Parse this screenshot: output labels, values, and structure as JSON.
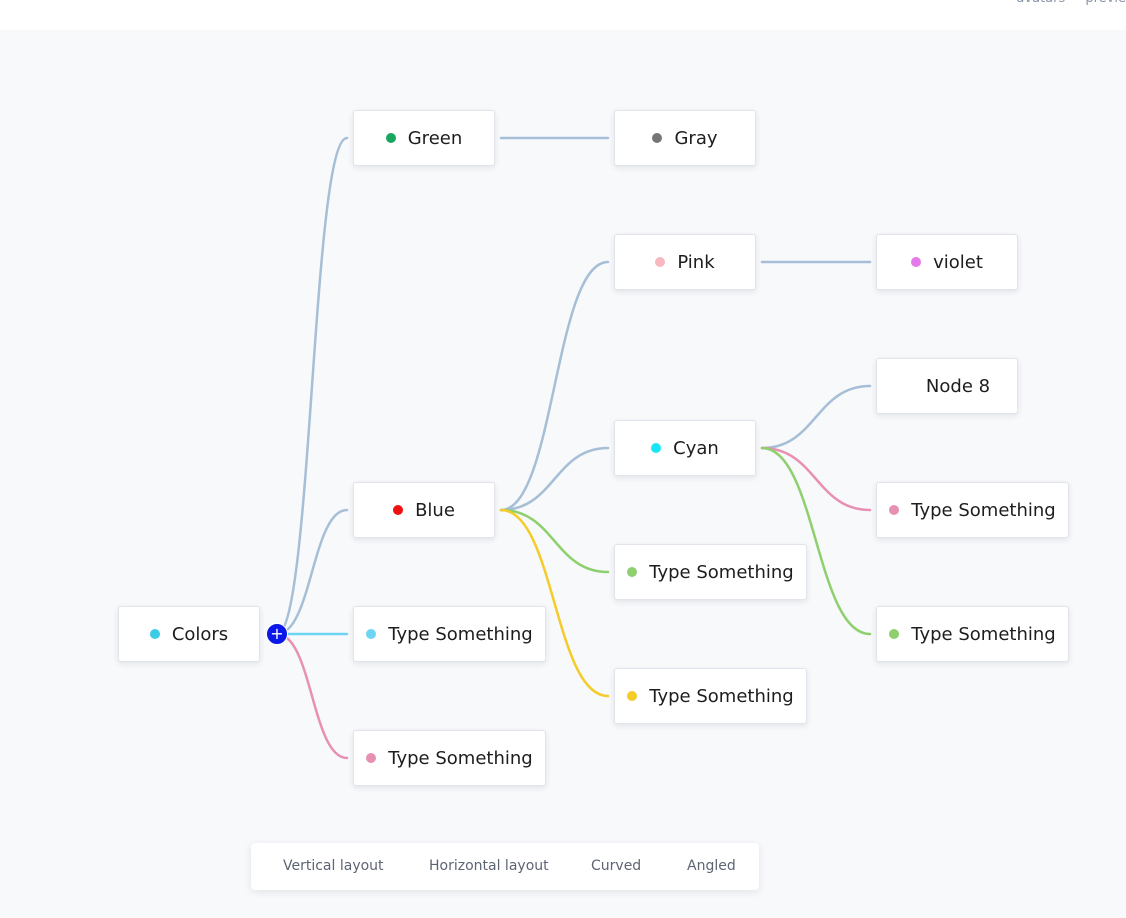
{
  "top_links": [
    "avatars",
    "previe"
  ],
  "colors": {
    "edge_default": "#a6bfd6",
    "add_button": "#0a18e8"
  },
  "nodes": {
    "colors": {
      "label": "Colors",
      "dot": "#3ecbe6"
    },
    "green": {
      "label": "Green",
      "dot": "#18a660"
    },
    "gray": {
      "label": "Gray",
      "dot": "#757575"
    },
    "blue": {
      "label": "Blue",
      "dot": "#ee1111"
    },
    "pink": {
      "label": "Pink",
      "dot": "#f7b8c0"
    },
    "violet": {
      "label": "violet",
      "dot": "#e47ae8"
    },
    "cyan": {
      "label": "Cyan",
      "dot": "#18e6f4"
    },
    "node8": {
      "label": "Node 8",
      "dot": ""
    },
    "ts_cyan_pink": {
      "label": "Type Something",
      "dot": "#e890b4"
    },
    "ts_blue_green": {
      "label": "Type Something",
      "dot": "#8ecf6e"
    },
    "ts_cyan_green": {
      "label": "Type Something",
      "dot": "#8ecf6e"
    },
    "ts_root_cyan": {
      "label": "Type Something",
      "dot": "#6ed4f4"
    },
    "ts_blue_yellow": {
      "label": "Type Something",
      "dot": "#f4cc2a"
    },
    "ts_root_pink": {
      "label": "Type Something",
      "dot": "#e890b4"
    }
  },
  "edges": [
    {
      "from": "colors",
      "to": "green",
      "color": "#a6bfd6"
    },
    {
      "from": "colors",
      "to": "blue",
      "color": "#a6bfd6"
    },
    {
      "from": "colors",
      "to": "ts_root_cyan",
      "color": "#6ed4f4"
    },
    {
      "from": "colors",
      "to": "ts_root_pink",
      "color": "#e890b4"
    },
    {
      "from": "green",
      "to": "gray",
      "color": "#a6bfd6"
    },
    {
      "from": "blue",
      "to": "pink",
      "color": "#a6bfd6"
    },
    {
      "from": "blue",
      "to": "cyan",
      "color": "#a6bfd6"
    },
    {
      "from": "blue",
      "to": "ts_blue_green",
      "color": "#8ecf6e"
    },
    {
      "from": "blue",
      "to": "ts_blue_yellow",
      "color": "#f4cc2a"
    },
    {
      "from": "pink",
      "to": "violet",
      "color": "#a6bfd6"
    },
    {
      "from": "cyan",
      "to": "node8",
      "color": "#a6bfd6"
    },
    {
      "from": "cyan",
      "to": "ts_cyan_pink",
      "color": "#e890b4"
    },
    {
      "from": "cyan",
      "to": "ts_cyan_green",
      "color": "#8ecf6e"
    }
  ],
  "add_button": {
    "symbol": "+"
  },
  "toolbar": {
    "vertical": "Vertical layout",
    "horizontal": "Horizontal layout",
    "curved": "Curved",
    "angled": "Angled"
  }
}
